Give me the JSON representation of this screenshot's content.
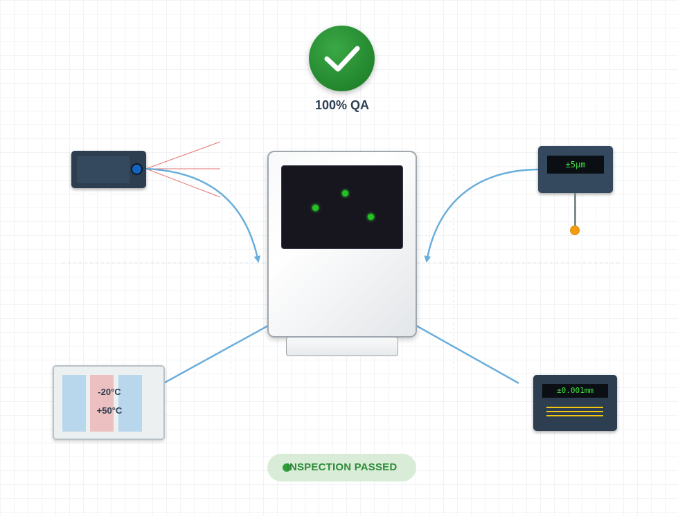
{
  "qa_badge": {
    "label": "100% QA",
    "icon": "checkmark-icon",
    "color": "#2b8f35"
  },
  "laser_meter": {
    "icon": "laser-emitter-icon"
  },
  "probe_meter": {
    "reading": "±5µm",
    "tip_color": "#f39c12"
  },
  "temperature_chamber": {
    "cold_label": "-20°C",
    "hot_label": "+50°C"
  },
  "gauge_meter": {
    "reading": "±0.001mm"
  },
  "device": {
    "led_color": "#22c422"
  },
  "status": {
    "label": "INSPECTION PASSED",
    "color": "#2e8b38"
  },
  "colors": {
    "arrow": "#6aaedb",
    "laser": "#e57373"
  }
}
